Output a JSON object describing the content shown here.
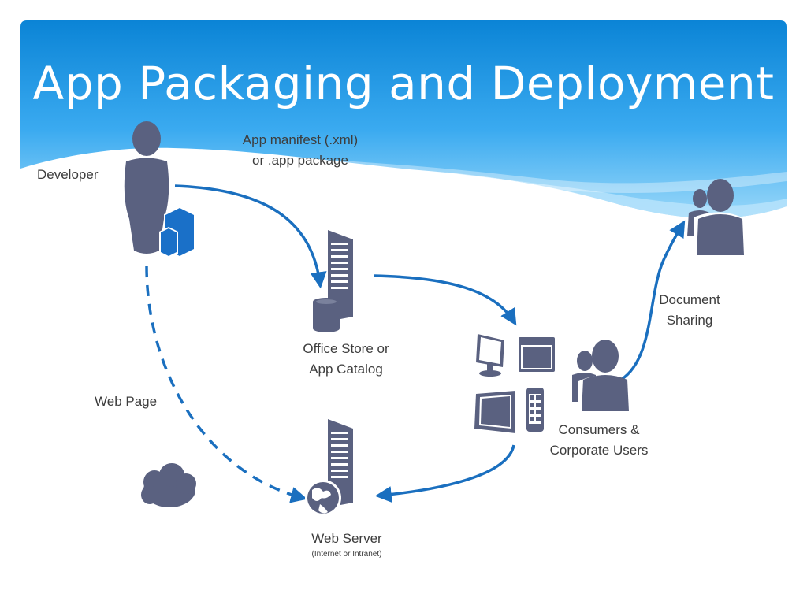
{
  "slide": {
    "title": "App Packaging and Deployment"
  },
  "labels": {
    "developer": "Developer",
    "manifest_line1": "App manifest (.xml)",
    "manifest_line2": "or .app package",
    "store_line1": "Office Store or",
    "store_line2": "App Catalog",
    "web_page": "Web Page",
    "consumers_line1": "Consumers &",
    "consumers_line2": "Corporate Users",
    "doc_sharing_line1": "Document",
    "doc_sharing_line2": "Sharing",
    "web_server": "Web Server",
    "web_server_sub": "(Internet or Intranet)"
  },
  "icons": [
    "developer-icon",
    "package-cube-icon",
    "catalog-server-icon",
    "database-icon",
    "monitor-icon",
    "browser-window-icon",
    "tablet-icon",
    "phone-icon",
    "users-icon",
    "document-sharing-users-icon",
    "cloud-icon",
    "web-server-icon",
    "globe-icon"
  ],
  "colors": {
    "banner_top": "#0d87d8",
    "banner_bottom": "#8fd3f8",
    "arrow": "#1a6fbf",
    "icon_fill": "#5a6180",
    "package_fill": "#1a70c8"
  }
}
